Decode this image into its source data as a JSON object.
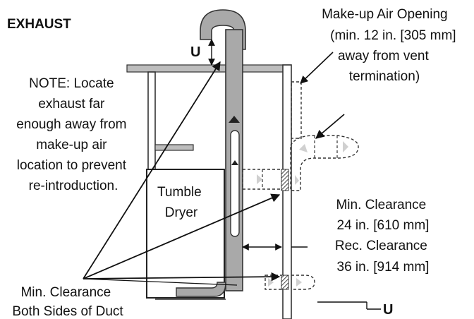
{
  "title": "EXHAUST",
  "makeup_air_label": {
    "lines": [
      "Make-up Air Opening",
      "(min. 12 in. [305 mm]",
      "away from vent",
      "termination)"
    ]
  },
  "note": {
    "lines": [
      "NOTE: Locate",
      "exhaust far",
      "enough away from",
      "make-up air",
      "location to prevent",
      "re-introduction."
    ]
  },
  "dryer_label": {
    "lines": [
      "Tumble",
      "Dryer"
    ]
  },
  "min_clearance_label": {
    "lines": [
      "Min. Clearance",
      "24 in. [610 mm]"
    ]
  },
  "rec_clearance_label": {
    "lines": [
      "Rec. Clearance",
      "36 in. [914 mm]"
    ]
  },
  "bottom_label": {
    "lines": [
      "Min. Clearance",
      "Both Sides of Duct"
    ]
  },
  "u_top": "U",
  "u_bottom": "U",
  "colors": {
    "duct_fill": "#a9a9a9",
    "duct_stroke": "#333333",
    "wall_stroke": "#3a3a3a",
    "wall_fill": "#bdbdbd",
    "arrow_fill": "#d0d0d0",
    "hatch": "#555555"
  }
}
